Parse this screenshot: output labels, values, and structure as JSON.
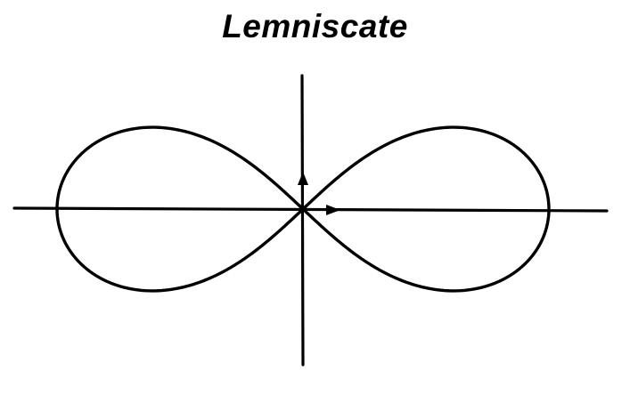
{
  "figure": {
    "title": "Lemniscate"
  },
  "diagram": {
    "curve": "lemniscate",
    "axes": [
      "x-axis",
      "y-axis"
    ],
    "arrows": [
      "up",
      "right"
    ],
    "stroke_color": "#000000",
    "background_color": "#ffffff"
  }
}
